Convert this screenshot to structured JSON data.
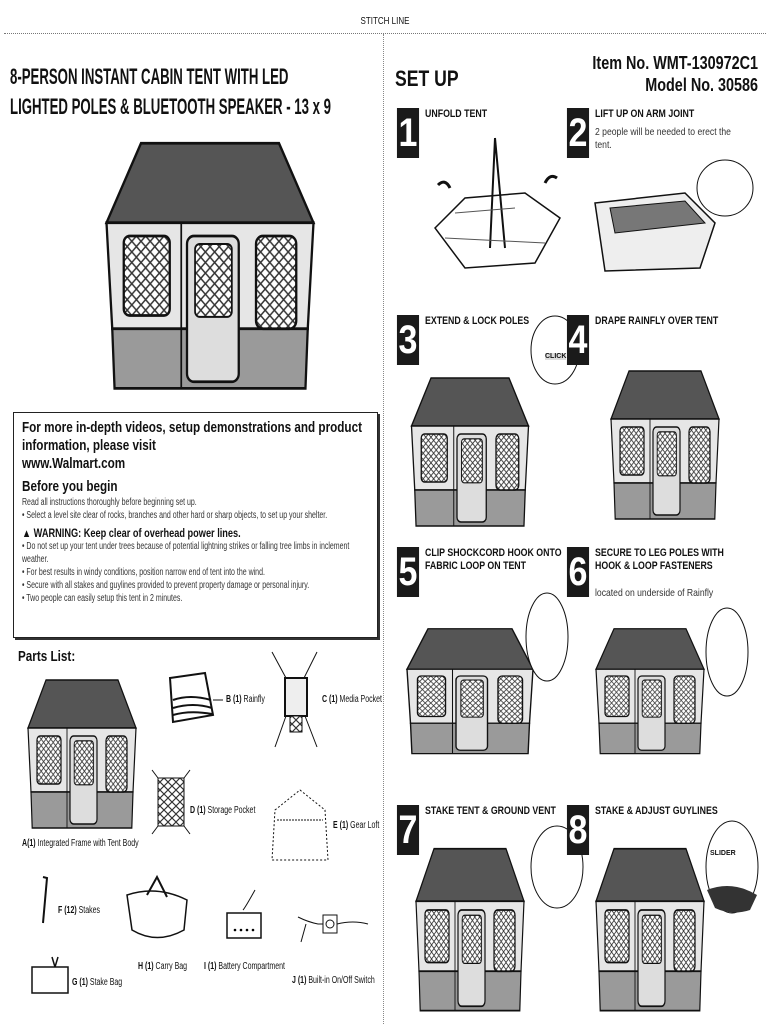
{
  "header": {
    "stitch_line": "STITCH LINE",
    "title_line1": "8-PERSON INSTANT CABIN TENT WITH LED",
    "title_line2": "LIGHTED POLES & BLUETOOTH SPEAKER - 13 x 9",
    "item_no": "Item No. WMT-130972C1",
    "model_no": "Model No. 30586",
    "setup": "SET UP"
  },
  "info": {
    "more": "For more in-depth videos, setup demonstrations and product information, please visit",
    "url": "www.Walmart.com",
    "before_heading": "Before you begin",
    "read": "Read all instructions thoroughly before beginning set up.",
    "select": "•  Select a level site clear of rocks, branches and other hard or sharp objects, to set up your shelter.",
    "warning": "WARNING: Keep clear of overhead power lines.",
    "warnings": [
      "•  Do not set up your tent under trees because of potential lightning strikes or falling tree limbs in inclement weather.",
      "•  For best results in windy conditions, position narrow end of tent into the wind.",
      "•  Secure with all stakes and guylines provided to prevent property damage or personal injury.",
      "•  Two people can easily setup this tent in 2 minutes."
    ]
  },
  "parts": {
    "heading": "Parts List:",
    "items": [
      {
        "letter": "A",
        "qty": "(1)",
        "name": "Integrated Frame with Tent Body"
      },
      {
        "letter": "B",
        "qty": "(1)",
        "name": "Rainfly"
      },
      {
        "letter": "C",
        "qty": "(1)",
        "name": "Media Pocket"
      },
      {
        "letter": "D",
        "qty": "(1)",
        "name": "Storage Pocket"
      },
      {
        "letter": "E",
        "qty": "(1)",
        "name": "Gear Loft"
      },
      {
        "letter": "F",
        "qty": "(12)",
        "name": "Stakes"
      },
      {
        "letter": "G",
        "qty": "(1)",
        "name": "Stake Bag"
      },
      {
        "letter": "H",
        "qty": "(1)",
        "name": "Carry Bag"
      },
      {
        "letter": "I",
        "qty": "(1)",
        "name": "Battery Compartment"
      },
      {
        "letter": "J",
        "qty": "(1)",
        "name": "Built-in On/Off Switch"
      }
    ]
  },
  "steps": [
    {
      "num": "1",
      "title": "UNFOLD TENT"
    },
    {
      "num": "2",
      "title": "LIFT UP ON ARM JOINT",
      "desc": "2 people will be needed to erect the tent."
    },
    {
      "num": "3",
      "title": "EXTEND & LOCK POLES",
      "callout": "CLICK"
    },
    {
      "num": "4",
      "title": "DRAPE RAINFLY OVER TENT"
    },
    {
      "num": "5",
      "title": "CLIP SHOCKCORD HOOK ONTO FABRIC LOOP ON TENT"
    },
    {
      "num": "6",
      "title": "SECURE TO LEG POLES WITH HOOK & LOOP FASTENERS",
      "desc": "located on underside of Rainfly"
    },
    {
      "num": "7",
      "title": "STAKE TENT & GROUND VENT"
    },
    {
      "num": "8",
      "title": "STAKE & ADJUST GUYLINES",
      "callout": "SLIDER"
    }
  ]
}
